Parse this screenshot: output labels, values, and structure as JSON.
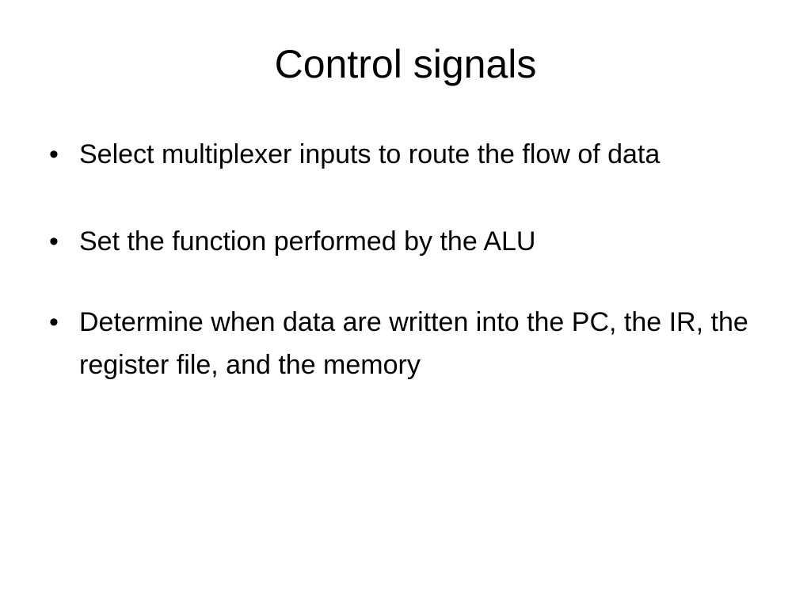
{
  "slide": {
    "title": "Control signals",
    "bullet_glyph": "•",
    "bullets": [
      {
        "text": "Select multiplexer inputs to route the flow of data"
      },
      {
        "text": "Set the function performed by the ALU"
      },
      {
        "text": "Determine when data are written into the PC, the IR, the register file, and the memory"
      }
    ]
  }
}
